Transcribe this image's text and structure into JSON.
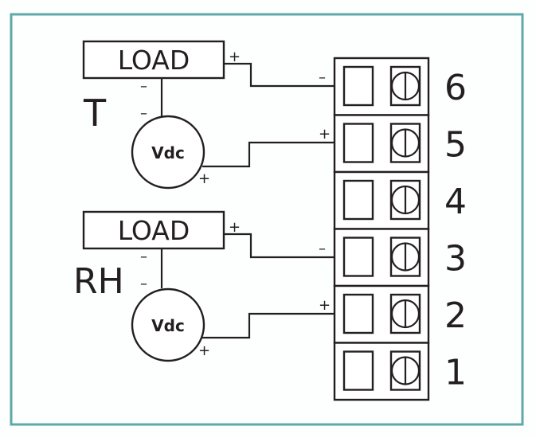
{
  "colors": {
    "frame": "#5fa8a8",
    "ink": "#231f20"
  },
  "circuits": [
    {
      "label": "T",
      "load_label": "LOAD",
      "source_label": "Vdc",
      "load_plus": "+",
      "load_minus": "–",
      "source_minus": "–",
      "source_plus": "+",
      "terminal_minus": {
        "number": "6",
        "sign": "–"
      },
      "terminal_plus": {
        "number": "5",
        "sign": "+"
      }
    },
    {
      "label": "RH",
      "load_label": "LOAD",
      "source_label": "Vdc",
      "load_plus": "+",
      "load_minus": "–",
      "source_minus": "–",
      "source_plus": "+",
      "terminal_minus": {
        "number": "3",
        "sign": "–"
      },
      "terminal_plus": {
        "number": "2",
        "sign": "+"
      }
    }
  ],
  "terminals": [
    "6",
    "5",
    "4",
    "3",
    "2",
    "1"
  ]
}
